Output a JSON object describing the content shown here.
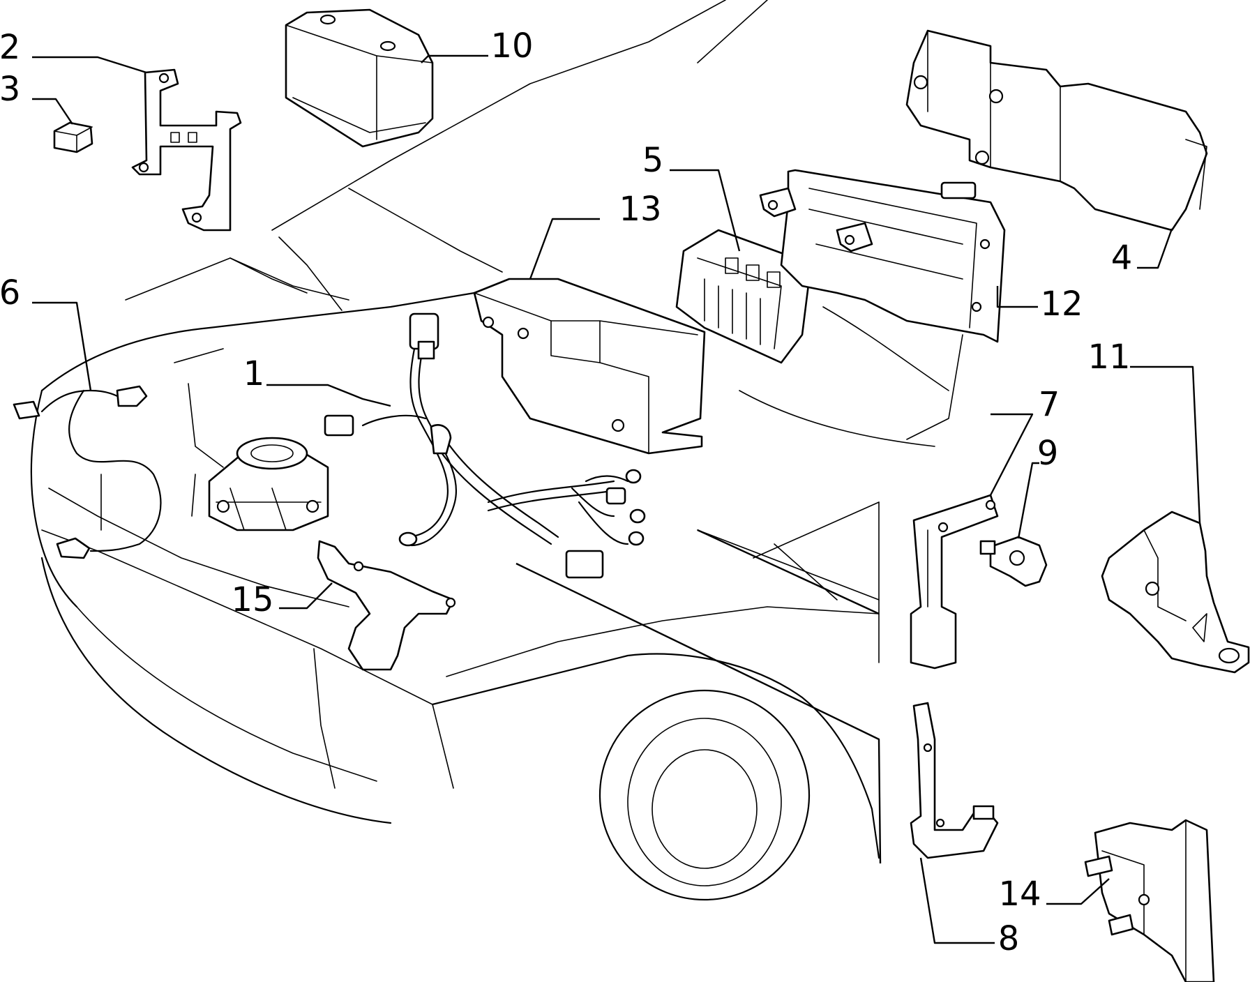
{
  "colors": {
    "ink": "#000000",
    "paper": "#ffffff"
  },
  "callouts": [
    {
      "id": "c1",
      "label": "1"
    },
    {
      "id": "c2",
      "label": "2"
    },
    {
      "id": "c3",
      "label": "3"
    },
    {
      "id": "c4",
      "label": "4"
    },
    {
      "id": "c5",
      "label": "5"
    },
    {
      "id": "c6",
      "label": "6"
    },
    {
      "id": "c7",
      "label": "7"
    },
    {
      "id": "c8",
      "label": "8"
    },
    {
      "id": "c9",
      "label": "9"
    },
    {
      "id": "c10",
      "label": "10"
    },
    {
      "id": "c11",
      "label": "11"
    },
    {
      "id": "c12",
      "label": "12"
    },
    {
      "id": "c13",
      "label": "13"
    },
    {
      "id": "c14",
      "label": "14"
    },
    {
      "id": "c15",
      "label": "15"
    }
  ]
}
